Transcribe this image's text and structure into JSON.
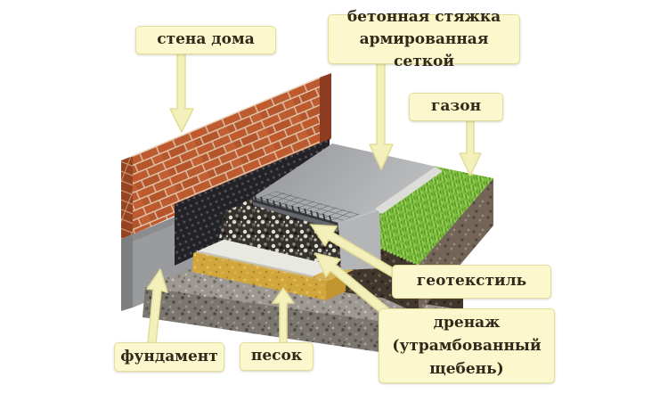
{
  "diagram": {
    "labels": [
      {
        "id": "wall",
        "text": "стена дома"
      },
      {
        "id": "screed",
        "text": "бетонная стяжка\nармированная сеткой"
      },
      {
        "id": "lawn",
        "text": "газон"
      },
      {
        "id": "geotextile",
        "text": "геотекстиль"
      },
      {
        "id": "drainage",
        "text": "дренаж\n(утрамбованный\nщебень)"
      },
      {
        "id": "foundation",
        "text": "фундамент"
      },
      {
        "id": "sand",
        "text": "песок"
      }
    ],
    "colors": {
      "label_bg": "#fbf8ce",
      "label_border": "#e4dd9e",
      "label_text": "#33291a",
      "arrow_fill": "#f4f0bb",
      "arrow_outline": "#e3dd96",
      "brick": "#bc5a30",
      "concrete_screed": "#abadaf",
      "foundation_gray": "#9a9b9d",
      "membrane_black": "#222226",
      "sand_yellow": "#d0a63d",
      "geotextile_white": "#e9e9e3",
      "gravel_dark": "#38342f",
      "grass_green": "#7cbb40",
      "soil_brown": "#453a2f"
    }
  }
}
